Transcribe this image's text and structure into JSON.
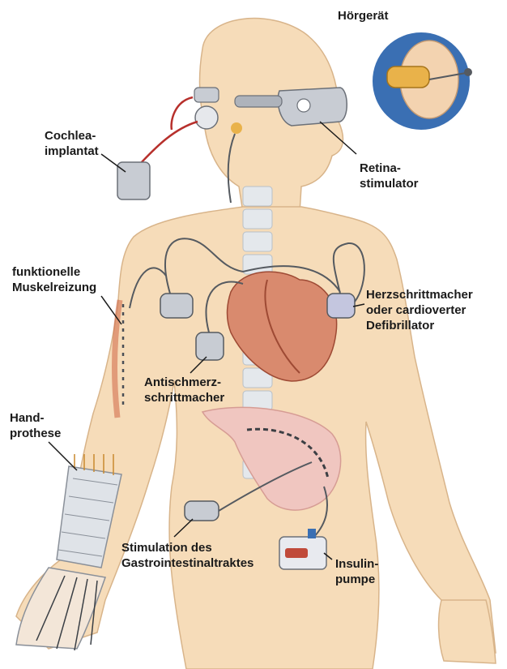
{
  "labels": {
    "hoergeraet": [
      "Hörgerät"
    ],
    "cochlea": [
      "Cochlea-",
      "implantat"
    ],
    "retina": [
      "Retina-",
      "stimulator"
    ],
    "muskel": [
      "funktionelle",
      "Muskelreizung"
    ],
    "herz": [
      "Herzschrittmacher",
      "oder cardioverter",
      "Defibrillator"
    ],
    "antischmerz": [
      "Antischmerz-",
      "schrittmacher"
    ],
    "hand": [
      "Hand-",
      "prothese"
    ],
    "gastro": [
      "Stimulation des",
      "Gastrointestinaltraktes"
    ],
    "insulin": [
      "Insulin-",
      "pumpe"
    ]
  },
  "colors": {
    "skin": "#f6dcb9",
    "skin_outline": "#d8b48a",
    "skeleton": "#e4e8ec",
    "heart": "#d98a6e",
    "stomach": "#f0c6c0",
    "device": "#c8ccd3",
    "inset_bg": "#3a6fb3",
    "lead": "#555a60",
    "lead_red": "#b7302c"
  },
  "icons": [
    "hearing-aid-icon",
    "cochlear-implant-icon",
    "retina-glasses-icon",
    "pacemaker-icon",
    "insulin-pump-icon",
    "hand-prosthesis-icon"
  ]
}
